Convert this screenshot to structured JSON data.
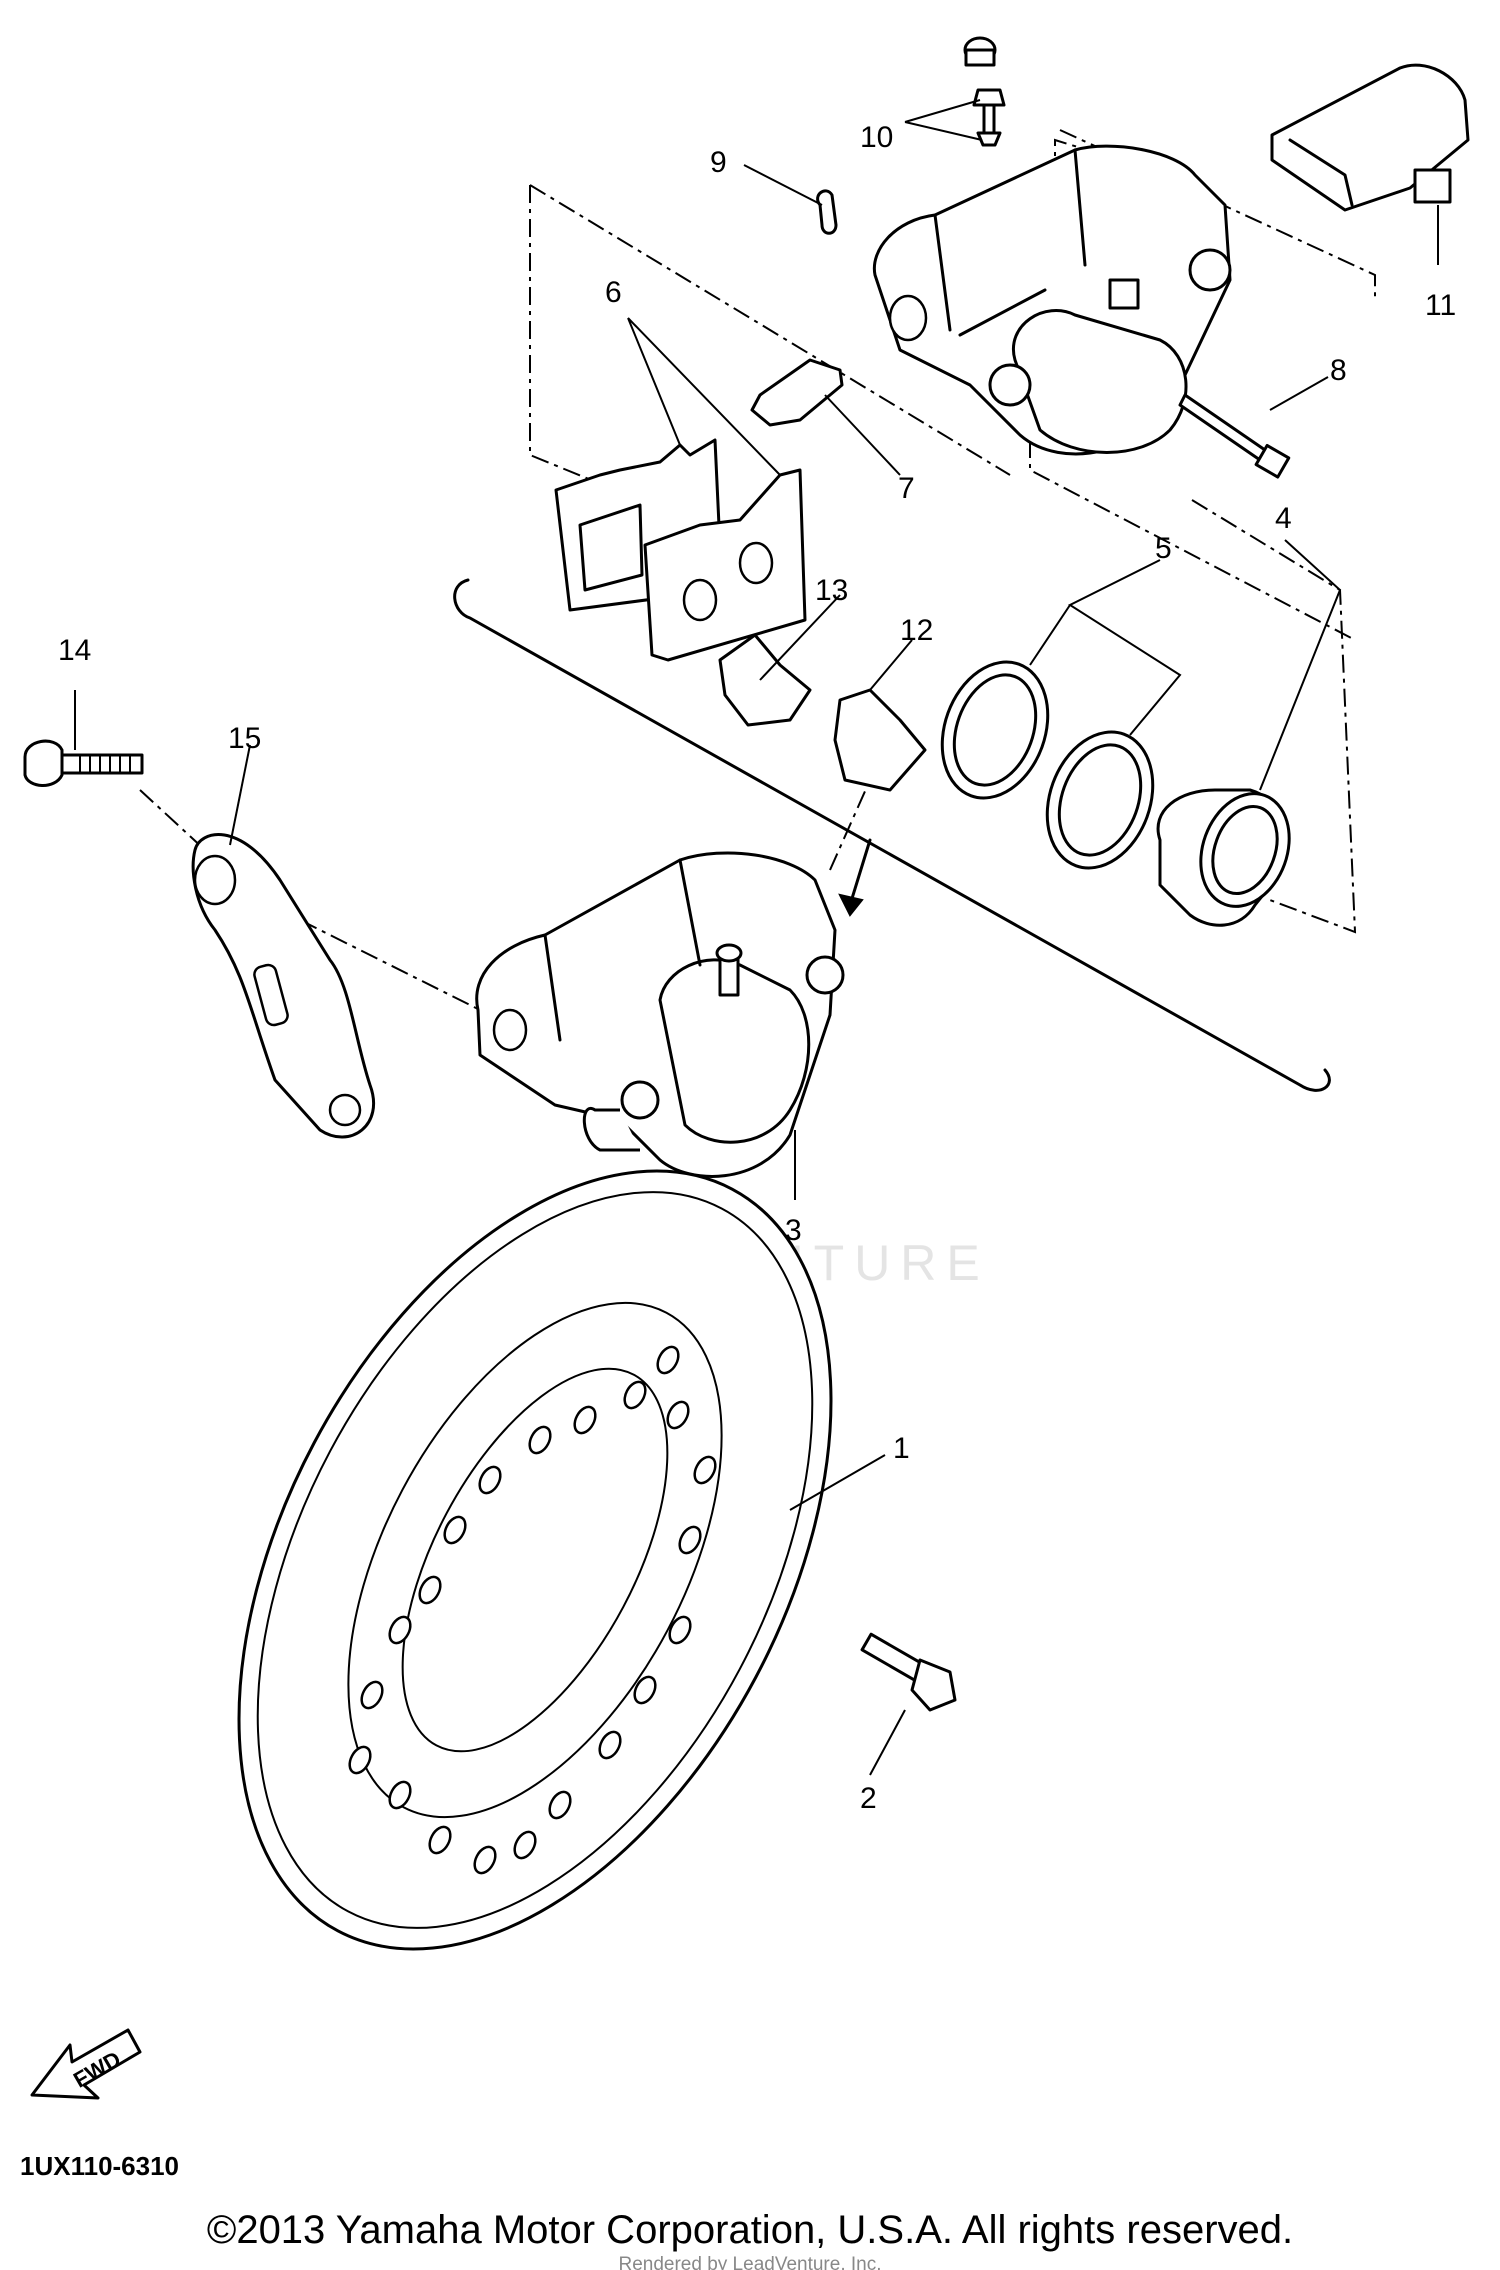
{
  "callouts": [
    "1",
    "2",
    "3",
    "4",
    "5",
    "6",
    "7",
    "8",
    "9",
    "10",
    "11",
    "12",
    "13",
    "14",
    "15"
  ],
  "diagram_code": "1UX110-6310",
  "fwd_label": "FWD",
  "watermark": "LEADVENTURE",
  "render_credit": "Rendered by LeadVenture, Inc.",
  "copyright": "©2013 Yamaha Motor Corporation, U.S.A. All rights reserved."
}
